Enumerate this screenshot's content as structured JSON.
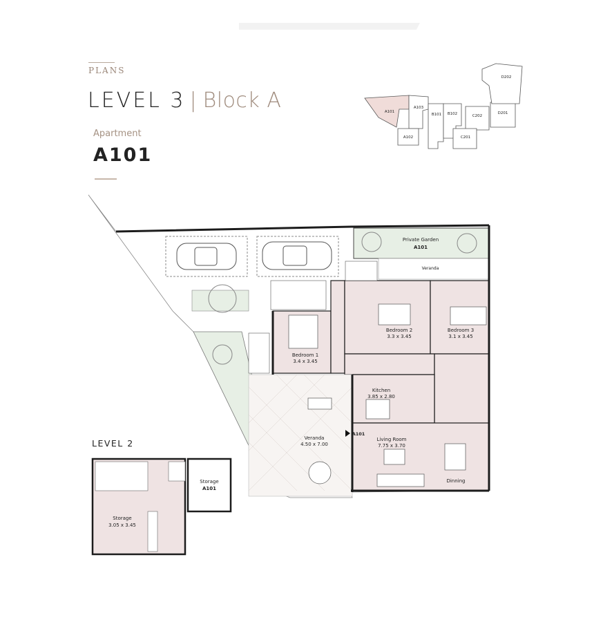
{
  "header": {
    "section": "PLANS",
    "level": "LEVEL 3",
    "separator": "|",
    "block": "Block A",
    "apartment_label": "Apartment",
    "apartment_code": "A101"
  },
  "keyplan": {
    "units": [
      "A101",
      "A103",
      "B101",
      "B102",
      "C202",
      "D202",
      "D201",
      "A102",
      "C201"
    ],
    "highlighted": "A101"
  },
  "level3": {
    "private_garden": "Private Garden",
    "private_garden_unit": "A101",
    "veranda_top": "Veranda",
    "bedroom1": "Bedroom 1",
    "bedroom1_size": "3.4 x 3.45",
    "bedroom2": "Bedroom 2",
    "bedroom2_size": "3.3 x 3.45",
    "bedroom3": "Bedroom 3",
    "bedroom3_size": "3.1 x 3.45",
    "kitchen": "Kitchen",
    "kitchen_size": "3.85 x 2.80",
    "veranda": "Veranda",
    "veranda_size": "4.50 x 7.00",
    "entry_unit": "A101",
    "living": "Living Room",
    "living_size": "7.75 x 3.70",
    "dining": "Dinning"
  },
  "level2": {
    "title": "LEVEL 2",
    "storage_small": "Storage",
    "storage_small_unit": "A101",
    "storage": "Storage",
    "storage_size": "3.05 x 3.45"
  },
  "colors": {
    "room_fill": "#efe3e3",
    "garden_fill": "#e7efe5",
    "keyplan_highlight": "#f0dcd9",
    "wall": "#1c1c1c",
    "accent": "#a08c7e"
  }
}
